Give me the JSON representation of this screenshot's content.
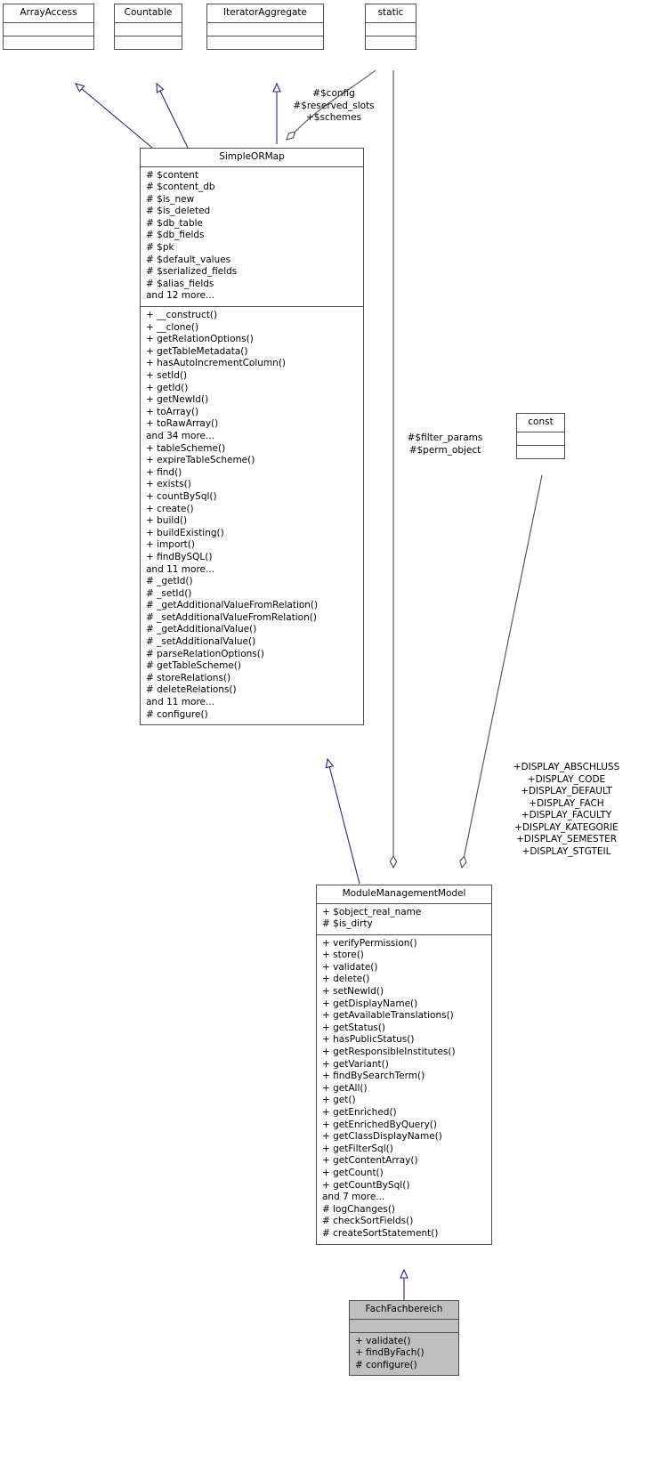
{
  "diagram": {
    "type": "uml-class-diagram",
    "colors": {
      "inheritance_edge": "#25258c",
      "association_edge": "#4d4d4d",
      "node_border": "#4d4d4d",
      "node_fill": "#ffffff",
      "highlight_fill": "#bfbfbf",
      "text": "#000000"
    }
  },
  "nodes": {
    "array_access": {
      "title": "ArrayAccess",
      "attributes": [],
      "methods": []
    },
    "countable": {
      "title": "Countable",
      "attributes": [],
      "methods": []
    },
    "iterator_aggregate": {
      "title": "IteratorAggregate",
      "attributes": [],
      "methods": []
    },
    "static_node": {
      "title": "static",
      "attributes": [],
      "methods": []
    },
    "const_node": {
      "title": "const",
      "attributes": [],
      "methods": []
    },
    "simple_or_map": {
      "title": "SimpleORMap",
      "attributes": [
        "# $content",
        "# $content_db",
        "# $is_new",
        "# $is_deleted",
        "# $db_table",
        "# $db_fields",
        "# $pk",
        "# $default_values",
        "# $serialized_fields",
        "# $alias_fields",
        "and 12 more..."
      ],
      "methods": [
        "+ __construct()",
        "+ __clone()",
        "+ getRelationOptions()",
        "+ getTableMetadata()",
        "+ hasAutoIncrementColumn()",
        "+ setId()",
        "+ getId()",
        "+ getNewId()",
        "+ toArray()",
        "+ toRawArray()",
        "and 34 more...",
        "+ tableScheme()",
        "+ expireTableScheme()",
        "+ find()",
        "+ exists()",
        "+ countBySql()",
        "+ create()",
        "+ build()",
        "+ buildExisting()",
        "+ import()",
        "+ findBySQL()",
        "and 11 more...",
        "# _getId()",
        "# _setId()",
        "# _getAdditionalValueFromRelation()",
        "# _setAdditionalValueFromRelation()",
        "# _getAdditionalValue()",
        "# _setAdditionalValue()",
        "# parseRelationOptions()",
        "# getTableScheme()",
        "# storeRelations()",
        "# deleteRelations()",
        "and 11 more...",
        "# configure()"
      ]
    },
    "module_management_model": {
      "title": "ModuleManagementModel",
      "attributes": [
        "+ $object_real_name",
        "# $is_dirty"
      ],
      "methods": [
        "+ verifyPermission()",
        "+ store()",
        "+ validate()",
        "+ delete()",
        "+ setNewId()",
        "+ getDisplayName()",
        "+ getAvailableTranslations()",
        "+ getStatus()",
        "+ hasPublicStatus()",
        "+ getResponsibleInstitutes()",
        "+ getVariant()",
        "+ findBySearchTerm()",
        "+ getAll()",
        "+ get()",
        "+ getEnriched()",
        "+ getEnrichedByQuery()",
        "+ getClassDisplayName()",
        "+ getFilterSql()",
        "+ getContentArray()",
        "+ getCount()",
        "+ getCountBySql()",
        "and 7 more...",
        "# logChanges()",
        "# checkSortFields()",
        "# createSortStatement()"
      ]
    },
    "fach_fachbereich": {
      "title": "FachFachbereich",
      "attributes": [],
      "methods": [
        "+ validate()",
        "+ findByFach()",
        "# configure()"
      ]
    }
  },
  "edge_labels": {
    "static_to_simpleormap": "#$config\n#$reserved_slots\n+$schemes",
    "static_to_module": "#$filter_params\n#$perm_object",
    "const_to_module": "+DISPLAY_ABSCHLUSS\n+DISPLAY_CODE\n+DISPLAY_DEFAULT\n+DISPLAY_FACH\n+DISPLAY_FACULTY\n+DISPLAY_KATEGORIE\n+DISPLAY_SEMESTER\n+DISPLAY_STGTEIL"
  }
}
